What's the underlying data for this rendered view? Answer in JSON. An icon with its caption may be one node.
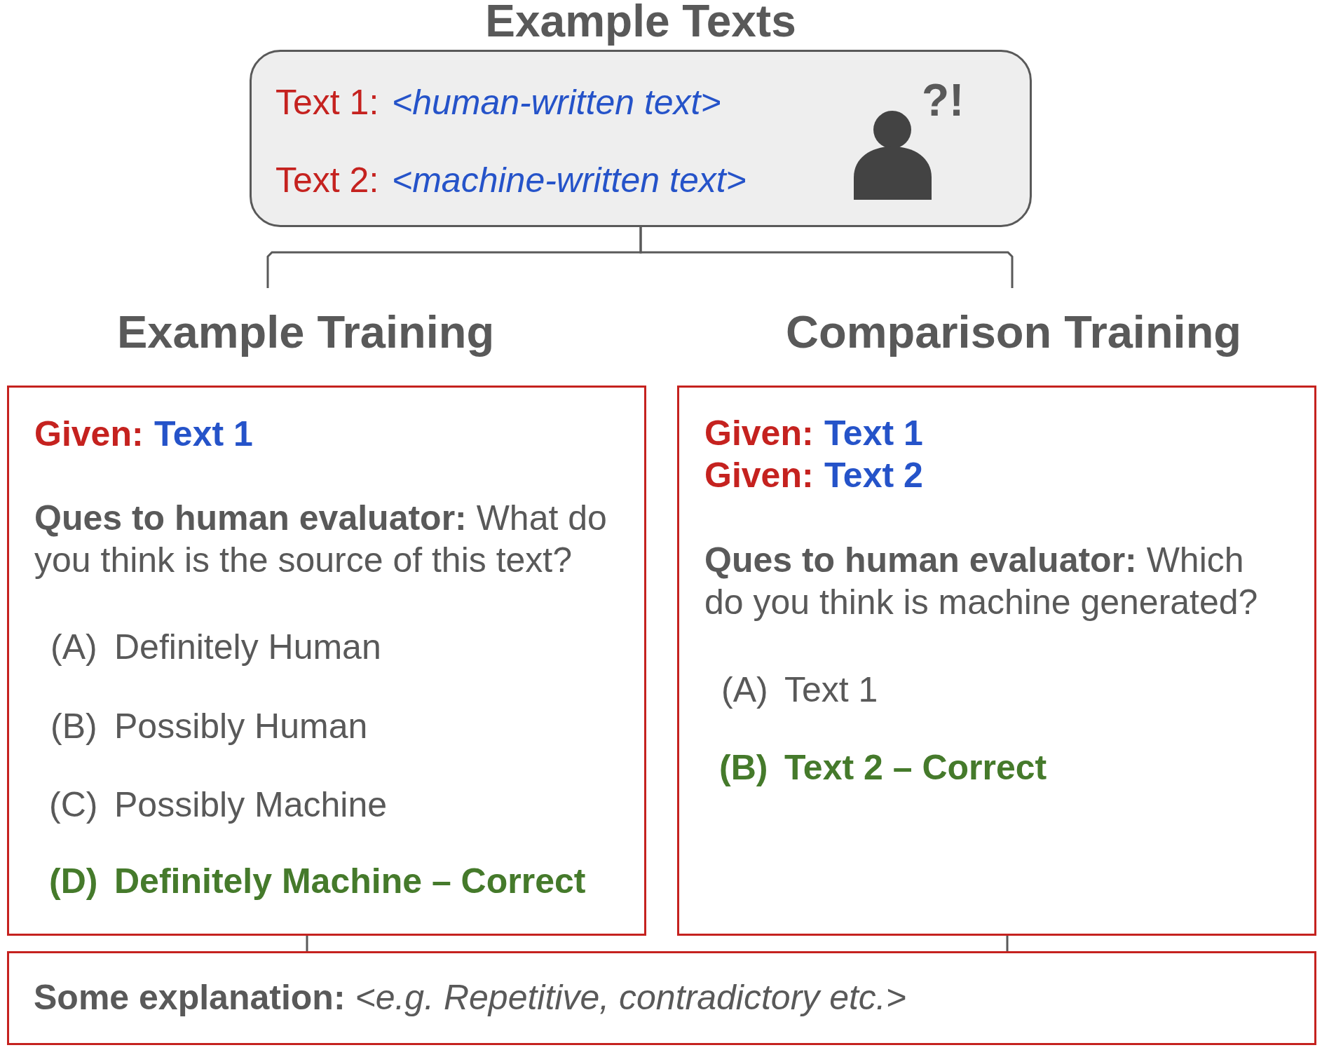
{
  "diagram": {
    "nodes": [
      {
        "text": [
          "Example Texts",
          "Text 1:",
          "<human-written text>",
          "Text 2:",
          "<machine-written text>",
          "?!"
        ]
      },
      {
        "text": [
          "Example Training",
          "Given:",
          "Text 1",
          "**Ques to human evaluator:** What do you think is the source of this text?",
          "(A)",
          "Definitely Human",
          "(B)",
          "Possibly Human",
          "(C)",
          "Possibly Machine",
          "(D)",
          "Definitely Machine – Correct"
        ]
      },
      {
        "text": [
          "Comparison Training",
          "Given:",
          "Text 1",
          "Given:",
          "Text 2",
          "**Ques to human evaluator:** Which do you think is machine generated?",
          "(A)",
          "Text 1",
          "(B)",
          "Text 2 – Correct"
        ]
      },
      {
        "text": [
          "**Some explanation:** *<e.g. Repetitive, contradictory etc.>*"
        ]
      }
    ],
    "edges": [
      {
        "from": 0,
        "to": 1,
        "arrow": "none"
      },
      {
        "from": 0,
        "to": 2,
        "arrow": "none"
      },
      {
        "from": 1,
        "to": 3,
        "arrow": "none"
      },
      {
        "from": 2,
        "to": 3,
        "arrow": "none"
      }
    ]
  }
}
